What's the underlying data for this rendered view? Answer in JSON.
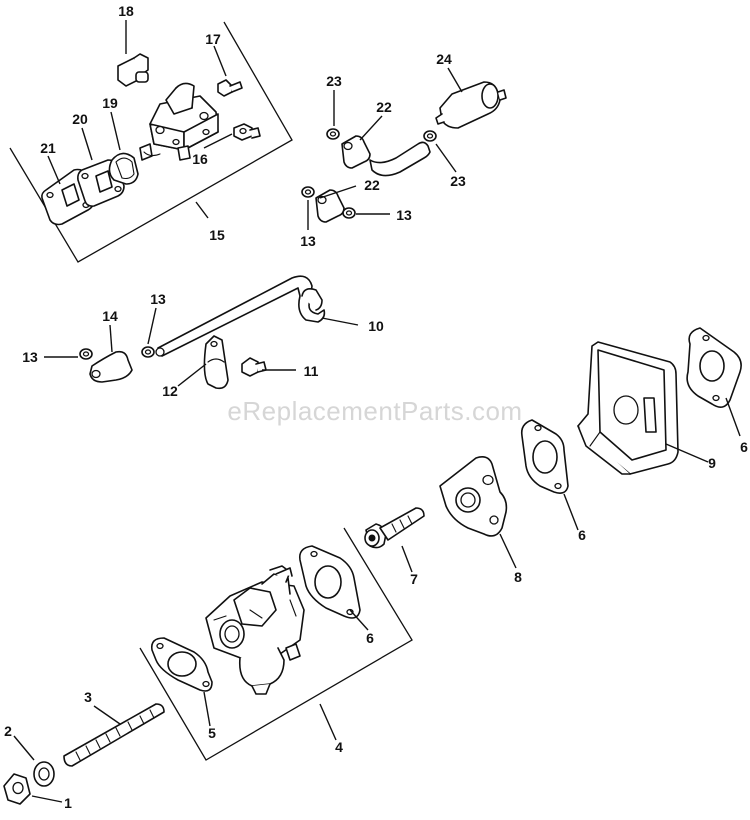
{
  "watermark": "eReplacementParts.com",
  "callouts": {
    "c1": "1",
    "c2": "2",
    "c3": "3",
    "c4": "4",
    "c5": "5",
    "c6a": "6",
    "c6b": "6",
    "c6c": "6",
    "c7": "7",
    "c8": "8",
    "c9": "9",
    "c10": "10",
    "c11": "11",
    "c12": "12",
    "c13a": "13",
    "c13b": "13",
    "c13c": "13",
    "c13d": "13",
    "c14": "14",
    "c15": "15",
    "c16": "16",
    "c17": "17",
    "c18": "18",
    "c19": "19",
    "c20": "20",
    "c21": "21",
    "c22a": "22",
    "c22b": "22",
    "c23a": "23",
    "c23b": "23",
    "c24": "24"
  }
}
